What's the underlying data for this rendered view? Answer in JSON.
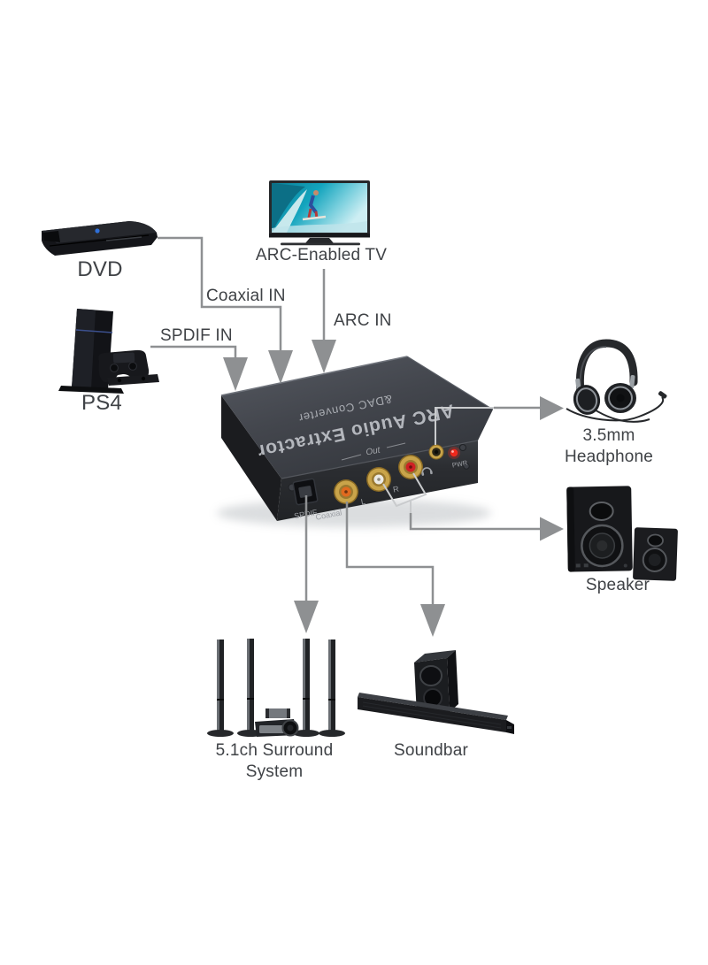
{
  "device": {
    "name_line1": "ARC Audio Extractor",
    "name_line2": "&DAC Converter",
    "ports": {
      "spdif_label": "SPDIF",
      "coaxial_label": "Coaxial",
      "left_label": "L",
      "right_label": "R",
      "out_label": "Out",
      "pwr_label": "PWR"
    },
    "icons": {
      "headphone_jack": "headphone-icon"
    }
  },
  "sources": {
    "dvd": {
      "label": "DVD"
    },
    "tv": {
      "label": "ARC-Enabled TV"
    },
    "ps4": {
      "label": "PS4"
    }
  },
  "inputs": {
    "coaxial": {
      "label": "Coaxial IN"
    },
    "spdif": {
      "label": "SPDIF IN"
    },
    "arc": {
      "label": "ARC IN"
    }
  },
  "outputs": {
    "headphone": {
      "label_line1": "3.5mm",
      "label_line2": "Headphone"
    },
    "speaker": {
      "label": "Speaker"
    },
    "surround": {
      "label_line1": "5.1ch Surround",
      "label_line2": "System"
    },
    "soundbar": {
      "label": "Soundbar"
    }
  },
  "colors": {
    "background": "#ffffff",
    "connector": "#8e9092",
    "connector_light": "#c9cbcd",
    "label_text": "#3f4246",
    "device_top": "#4a4e55",
    "device_front": "#2b2d31",
    "device_side": "#1b1c1f",
    "device_text": "#b4b7bd",
    "led_power": "#f0281c",
    "rca_gold": "#c9a44a",
    "rca_orange": "#e06a1f",
    "rca_white": "#eceae4",
    "rca_red": "#cf2125"
  }
}
